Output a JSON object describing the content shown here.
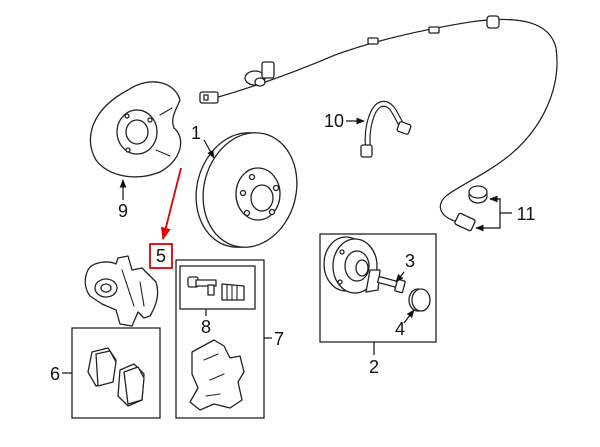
{
  "callouts": {
    "c1": "1",
    "c2": "2",
    "c3": "3",
    "c4": "4",
    "c5": "5",
    "c6": "6",
    "c7": "7",
    "c8": "8",
    "c9": "9",
    "c10": "10",
    "c11": "11"
  },
  "highlight": {
    "part": "5",
    "color": "#e00000"
  }
}
